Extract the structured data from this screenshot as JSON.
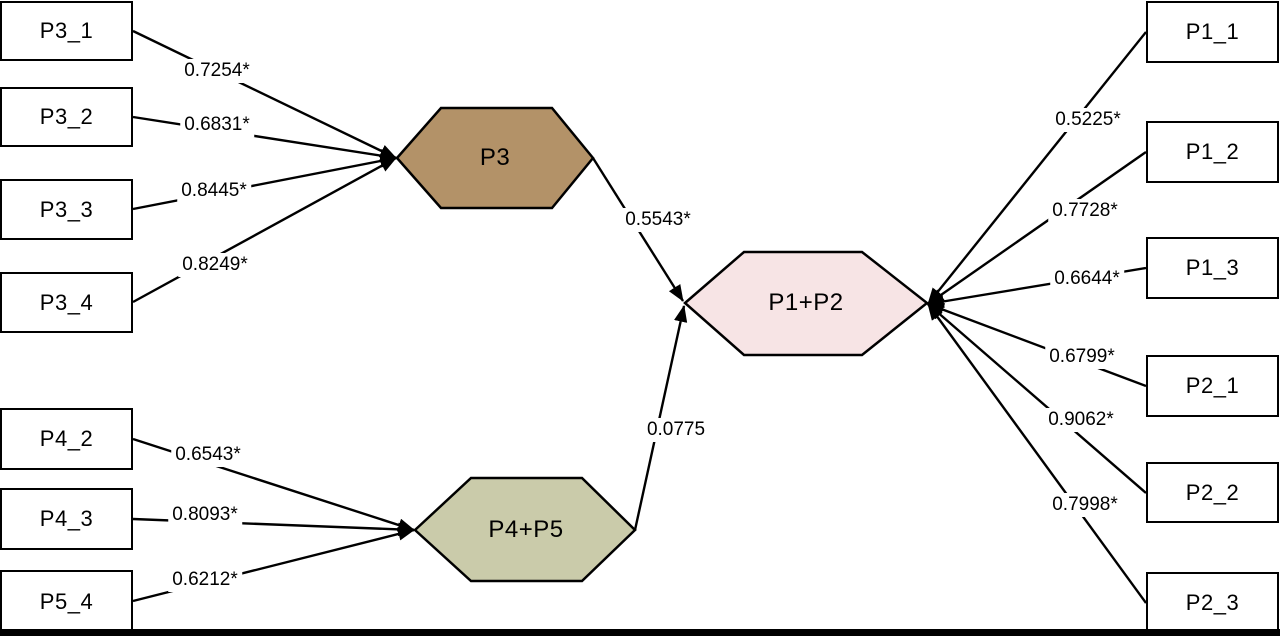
{
  "diagram": {
    "latent": [
      {
        "id": "p3",
        "label": "P3",
        "fill": "#b39268"
      },
      {
        "id": "p1p2",
        "label": "P1+P2",
        "fill": "#f7e4e5"
      },
      {
        "id": "p4p5",
        "label": "P4+P5",
        "fill": "#cacbaa"
      }
    ],
    "indicators_left_top": [
      {
        "label": "P3_1",
        "loading": "0.7254*"
      },
      {
        "label": "P3_2",
        "loading": "0.6831*"
      },
      {
        "label": "P3_3",
        "loading": "0.8445*"
      },
      {
        "label": "P3_4",
        "loading": "0.8249*"
      }
    ],
    "indicators_left_bottom": [
      {
        "label": "P4_2",
        "loading": "0.6543*"
      },
      {
        "label": "P4_3",
        "loading": "0.8093*"
      },
      {
        "label": "P5_4",
        "loading": "0.6212*"
      }
    ],
    "indicators_right": [
      {
        "label": "P1_1",
        "loading": "0.5225*"
      },
      {
        "label": "P1_2",
        "loading": "0.7728*"
      },
      {
        "label": "P1_3",
        "loading": "0.6644*"
      },
      {
        "label": "P2_1",
        "loading": "0.6799*"
      },
      {
        "label": "P2_2",
        "loading": "0.9062*"
      },
      {
        "label": "P2_3",
        "loading": "0.7998*"
      }
    ],
    "paths": [
      {
        "from": "P3",
        "to": "P1+P2",
        "coefficient": "0.5543*"
      },
      {
        "from": "P4+P5",
        "to": "P1+P2",
        "coefficient": "0.0775"
      }
    ],
    "colors": {
      "line": "#000000",
      "box_border": "#000000",
      "background": "#ffffff",
      "bottom_bar": "#000000"
    }
  }
}
